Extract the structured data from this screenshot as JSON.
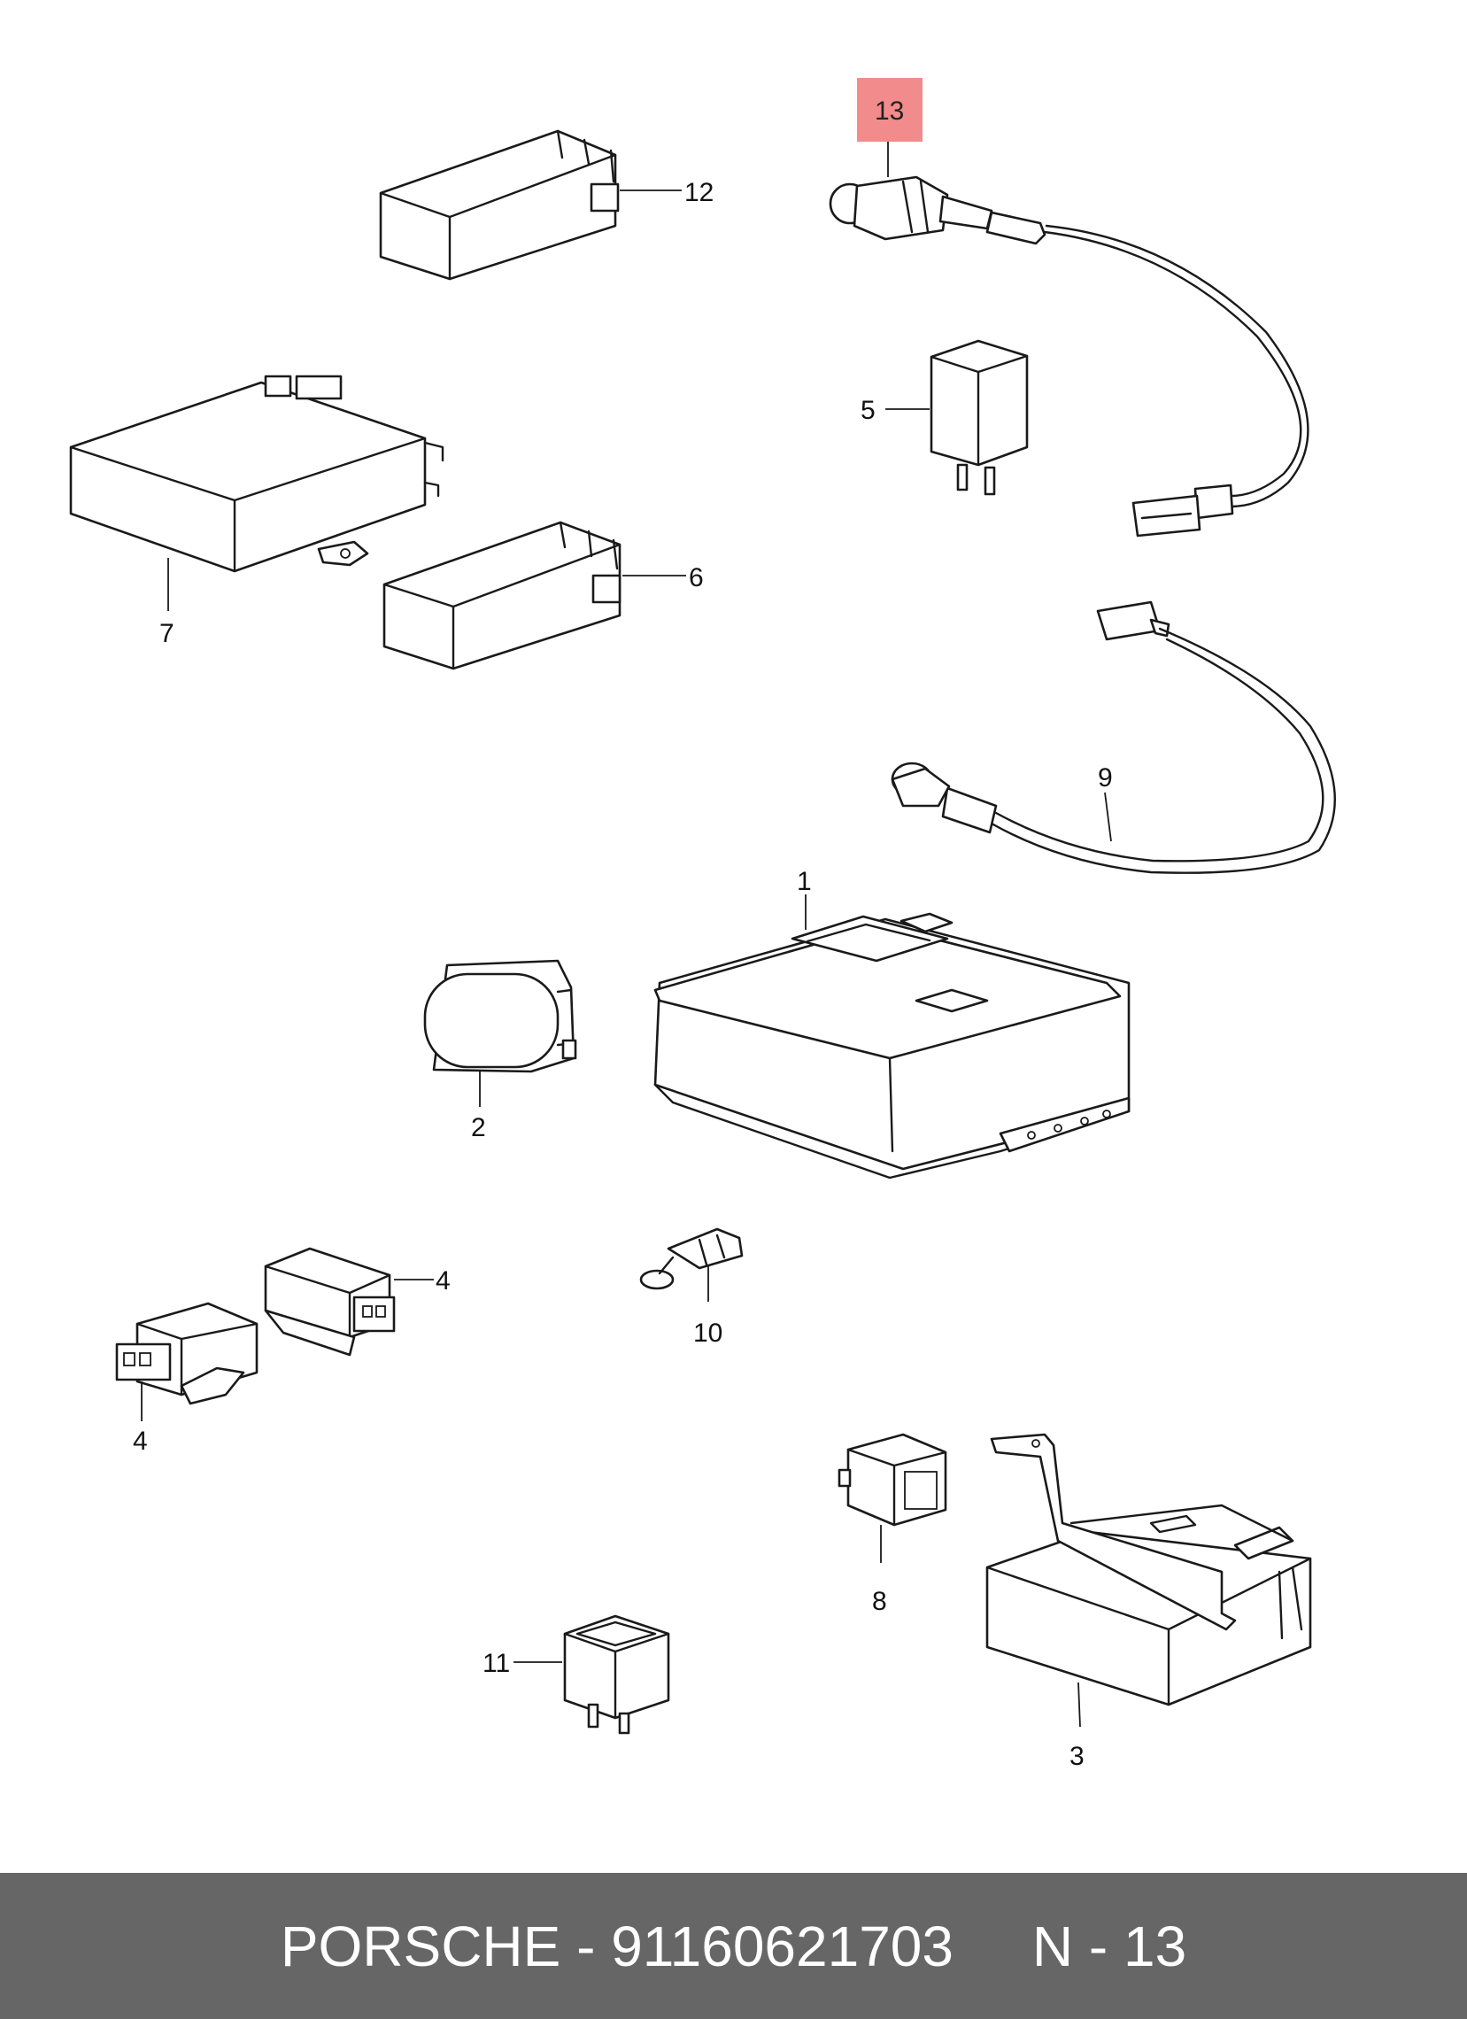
{
  "colors": {
    "footer_background": "#666666",
    "highlight_fill": "#f28b8b",
    "line": "#1a1a1a"
  },
  "footer": {
    "brand": "PORSCHE",
    "separator": " - ",
    "part_number": "91160621703",
    "gap": "     ",
    "diagram_ref": "N - 13"
  },
  "diagram": {
    "callouts": {
      "c1": "1",
      "c2": "2",
      "c3": "3",
      "c4a": "4",
      "c4b": "4",
      "c5": "5",
      "c6": "6",
      "c7": "7",
      "c8": "8",
      "c9": "9",
      "c10": "10",
      "c11": "11",
      "c12": "12",
      "c13": "13"
    },
    "highlighted_callout": "13"
  }
}
